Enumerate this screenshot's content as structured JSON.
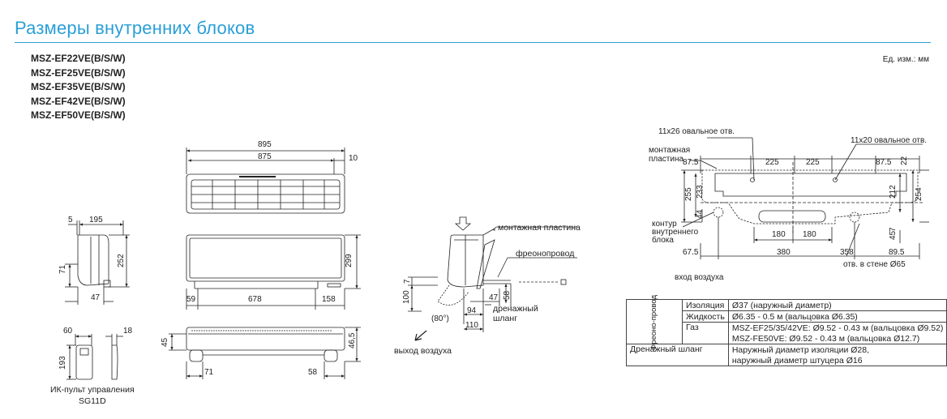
{
  "title": "Размеры внутренних блоков",
  "models": [
    "MSZ-EF22VE(B/S/W)",
    "MSZ-EF25VE(B/S/W)",
    "MSZ-EF35VE(B/S/W)",
    "MSZ-EF42VE(B/S/W)",
    "MSZ-EF50VE(B/S/W)"
  ],
  "unit": "Ед. изм.: мм",
  "dims": {
    "d895": "895",
    "d875": "875",
    "d10": "10",
    "d5": "5",
    "d195": "195",
    "d71": "71",
    "d252": "252",
    "d47": "47",
    "d299": "299",
    "d59": "59",
    "d678": "678",
    "d158": "158",
    "d60": "60",
    "d18": "18",
    "d193": "193",
    "d45": "45",
    "d46_5": "46,5",
    "d71b": "71",
    "d58": "58",
    "s7": "7",
    "s100": "100",
    "s80": "(80°)",
    "s47": "47",
    "s58": "58",
    "s94": "94",
    "s110": "110",
    "r87_5a": "87.5",
    "r225a": "225",
    "r225b": "225",
    "r87_5b": "87.5",
    "r22": "22",
    "r255": "255",
    "r233": "233",
    "r44": "44",
    "r212": "212",
    "r254": "254",
    "r180a": "180",
    "r180b": "180",
    "r7": "7",
    "r45": "45",
    "r67_5": "67.5",
    "r380": "380",
    "r358": "358",
    "r89_5": "89.5"
  },
  "labels": {
    "remote": "ИК-пульт управления",
    "remote_model": "SG11D",
    "mount_plate": "монтажная пластина",
    "refrig_pipe": "фреонопровод",
    "drain_hose_1": "дренажный",
    "drain_hose_2": "шланг",
    "air_out": "выход воздуха",
    "oval_11x26": "11x26 овальное отв.",
    "oval_11x20": "11x20 овальное отв.",
    "plate_1": "монтажная",
    "plate_2": "пластина",
    "contour_1": "контур",
    "contour_2": "внутреннего",
    "contour_3": "блока",
    "wall_hole": "отв. в стене Ø65",
    "air_in": "вход воздуха"
  },
  "spec": {
    "group_label": "Фреоно-провод",
    "rows": [
      {
        "name": "Изоляция",
        "value": "Ø37 (наружный диаметр)"
      },
      {
        "name": "Жидкость",
        "value": "Ø6.35 - 0.5 м  (вальцовка Ø6.35)"
      },
      {
        "name": "Газ",
        "value": "MSZ-EF25/35/42VE: Ø9.52 - 0.43 м (вальцовка Ø9.52)",
        "value2": "MSZ-FE50VE: Ø9.52 - 0.43 м (вальцовка Ø12.7)"
      }
    ],
    "drain": {
      "name": "Дренажный шланг",
      "value": "Наружный диаметр изоляции Ø28,",
      "value2": "наружный диаметр штуцера Ø16"
    }
  }
}
